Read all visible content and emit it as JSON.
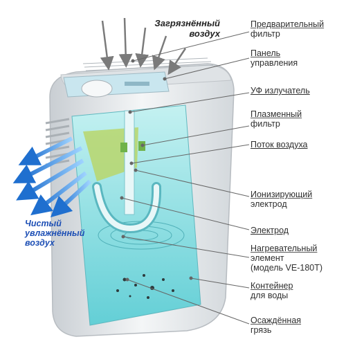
{
  "callouts": {
    "dirty_air": [
      "Загрязнённый",
      "воздух"
    ],
    "clean_air": [
      "Чистый",
      "увлажнённый",
      "воздух"
    ]
  },
  "labels": [
    {
      "id": "pre-filter",
      "lines": [
        "Предварительный",
        "фильтр"
      ]
    },
    {
      "id": "control-panel",
      "lines": [
        "Панель",
        "управления"
      ]
    },
    {
      "id": "uv-emitter",
      "lines": [
        "УФ излучатель"
      ]
    },
    {
      "id": "plasma-filter",
      "lines": [
        "Плазменный",
        "фильтр"
      ]
    },
    {
      "id": "air-flow",
      "lines": [
        "Поток воздуха"
      ]
    },
    {
      "id": "ionizing-electrode",
      "lines": [
        "Ионизирующий",
        "электрод"
      ]
    },
    {
      "id": "electrode",
      "lines": [
        "Электрод"
      ]
    },
    {
      "id": "heating-element",
      "lines": [
        "Нагревательный",
        "элемент",
        "(модель VE-180T)"
      ]
    },
    {
      "id": "water-container",
      "lines": [
        "Контейнер",
        "для воды"
      ]
    },
    {
      "id": "sediment",
      "lines": [
        "Осаждённая",
        "грязь"
      ]
    }
  ],
  "colors": {
    "body": "#e9ecef",
    "water": "#8fe0e3",
    "filter_green": "#b9d66b",
    "arrow_blue": "#2b7fd4",
    "arrow_grey": "#777777",
    "leader": "#666666"
  }
}
